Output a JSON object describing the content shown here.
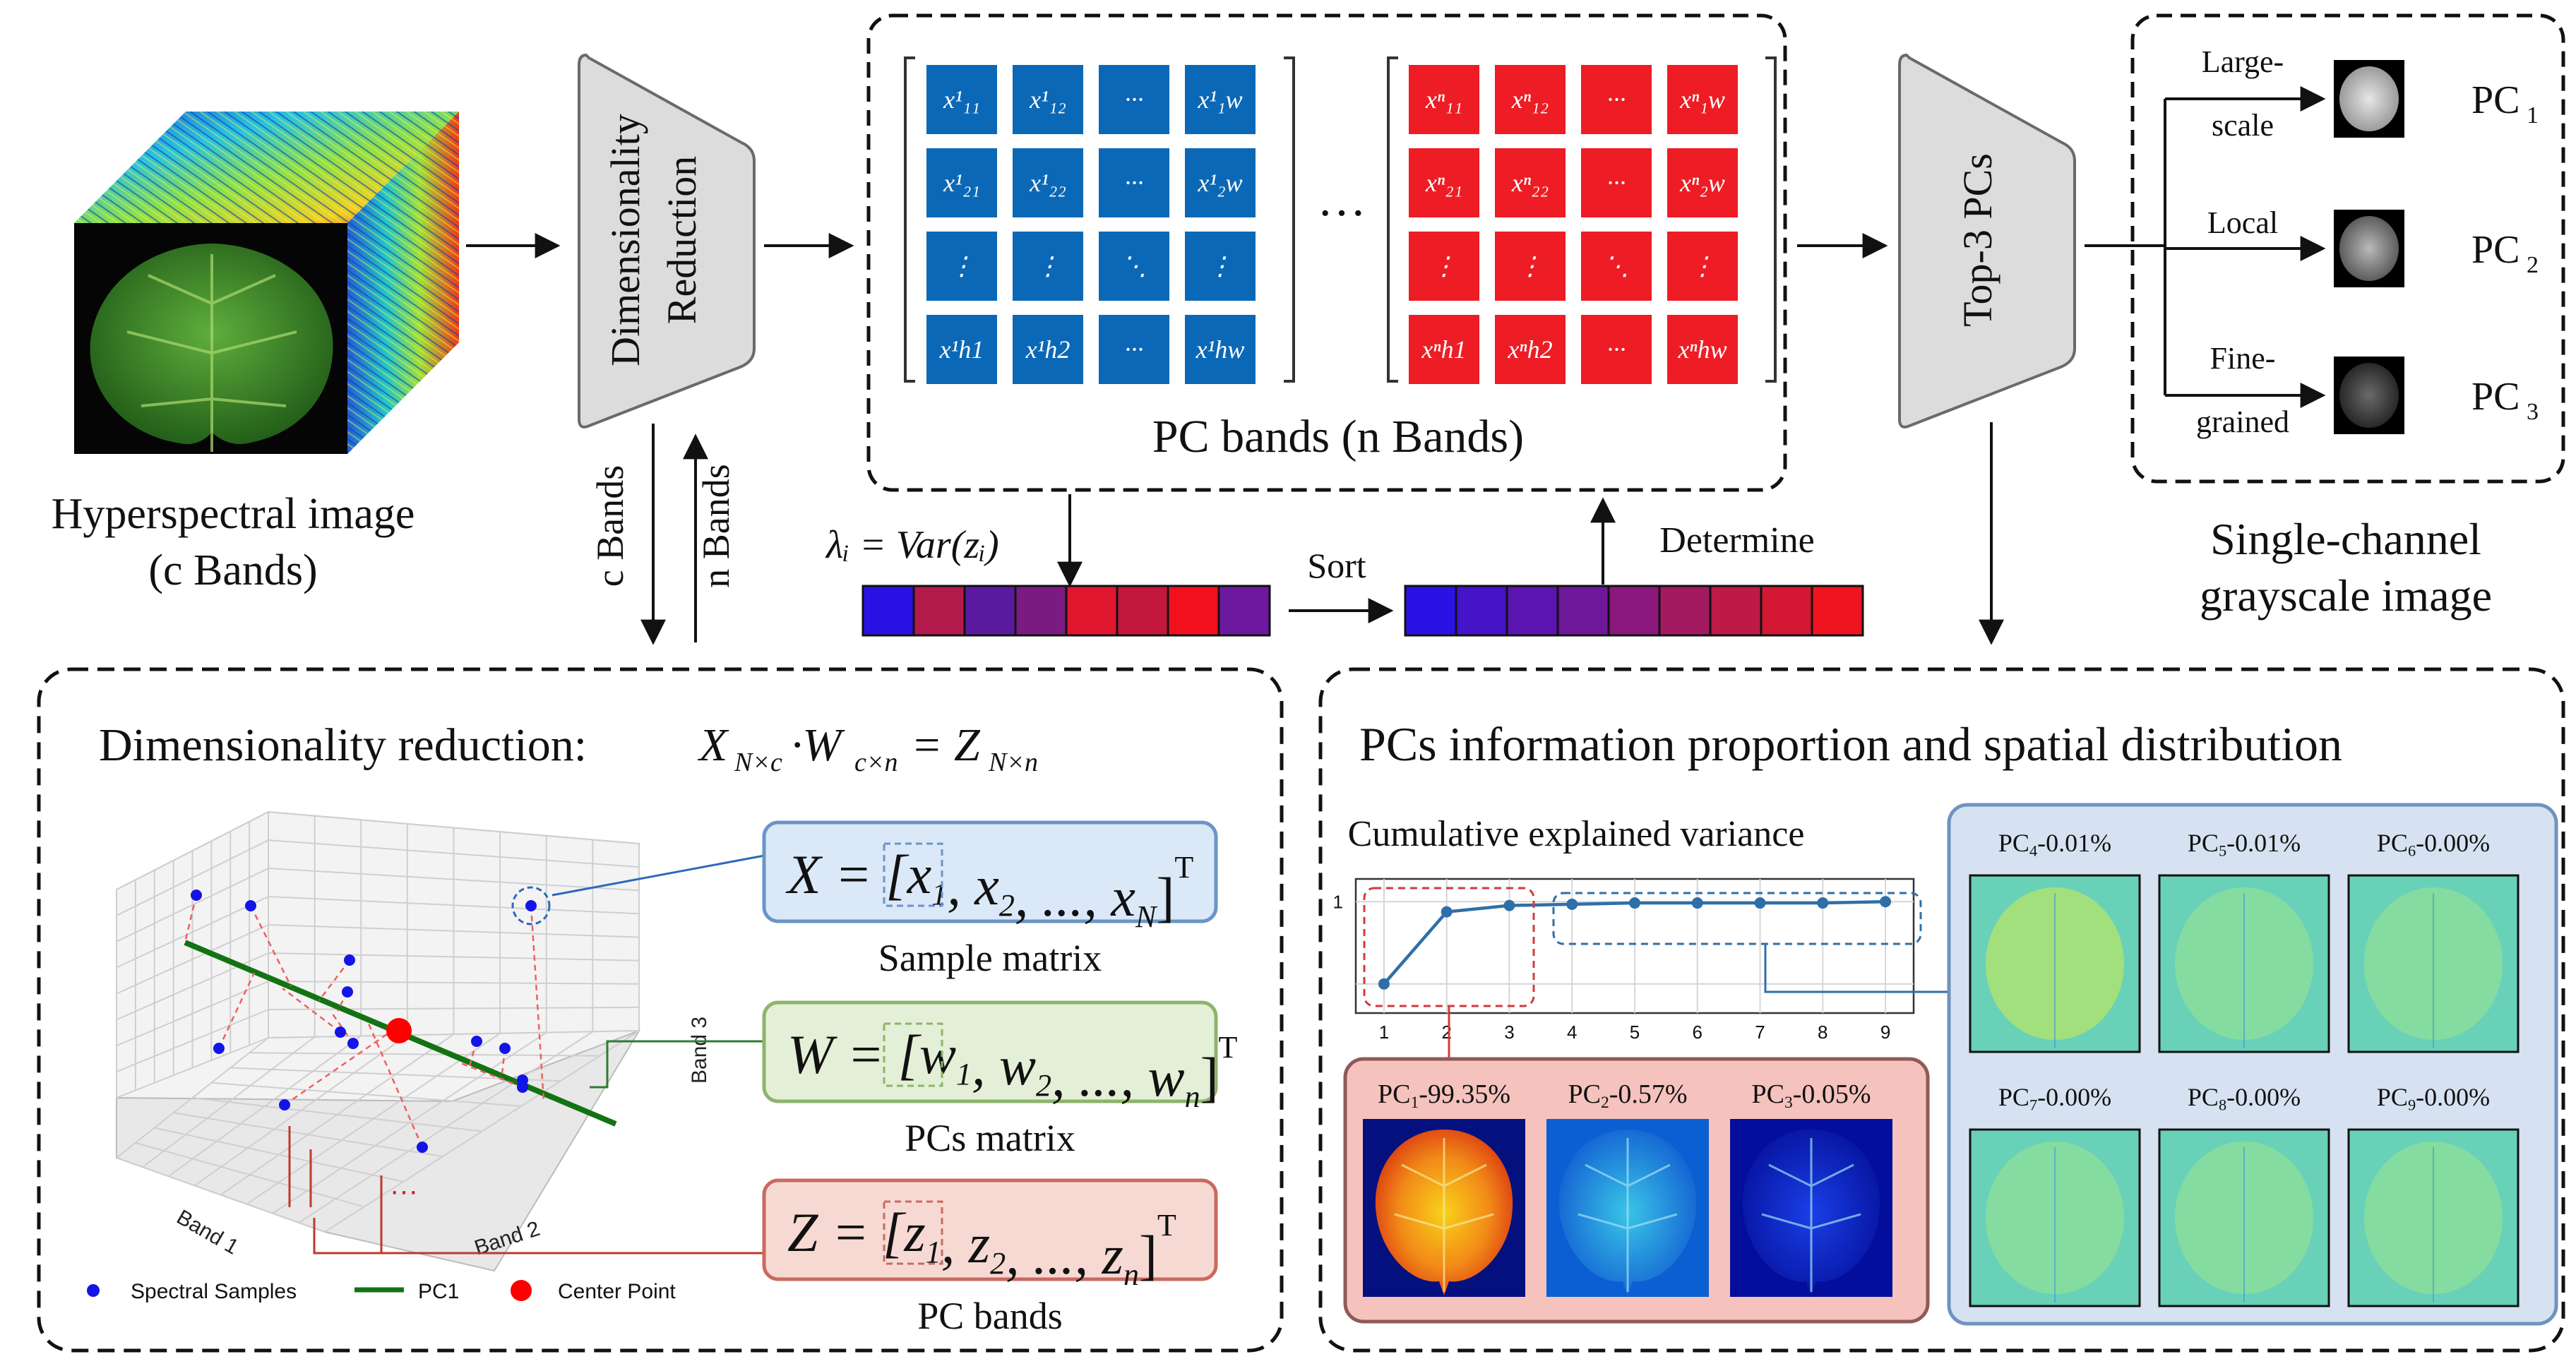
{
  "input": {
    "label_line1": "Hyperspectral image",
    "label_line2": "(c Bands)"
  },
  "reduction_block": {
    "line1": "Dimensionality",
    "line2": "Reduction",
    "down_label": "c Bands",
    "up_label": "n Bands"
  },
  "pc_bands": {
    "caption": "PC bands (n Bands)",
    "ellipsis": "···",
    "colors": {
      "band1": "#0b68b6",
      "bandn": "#ee1c24"
    },
    "band1_cells": [
      [
        "x¹₁₁",
        "x¹₁₂",
        "···",
        "x¹₁w"
      ],
      [
        "x¹₂₁",
        "x¹₂₂",
        "···",
        "x¹₂w"
      ],
      [
        "⋮",
        "⋮",
        "⋱",
        "⋮"
      ],
      [
        "x¹h1",
        "x¹h2",
        "···",
        "x¹hw"
      ]
    ],
    "bandn_cells": [
      [
        "xⁿ₁₁",
        "xⁿ₁₂",
        "···",
        "xⁿ₁w"
      ],
      [
        "xⁿ₂₁",
        "xⁿ₂₂",
        "···",
        "xⁿ₂w"
      ],
      [
        "⋮",
        "⋮",
        "⋱",
        "⋮"
      ],
      [
        "xⁿh1",
        "xⁿh2",
        "···",
        "xⁿhw"
      ]
    ]
  },
  "variance": {
    "formula": "λᵢ = Var(zᵢ)",
    "sort_label": "Sort",
    "determine_label": "Determine",
    "unsorted_colors": [
      "#2a12e4",
      "#b31a4c",
      "#5a1aa0",
      "#7a1b82",
      "#e0162f",
      "#c4173e",
      "#f2101f",
      "#6c19a0"
    ],
    "sorted_colors": [
      "#2a12e4",
      "#4513c8",
      "#5c15b0",
      "#6e1798",
      "#8a187c",
      "#a31960",
      "#bd1a46",
      "#d41732",
      "#ee1420"
    ]
  },
  "top3_block": {
    "label": "Top-3 PCs"
  },
  "single_channel": {
    "caption_line1": "Single-channel",
    "caption_line2": "grayscale image",
    "outputs": [
      {
        "branch_line1": "Large-",
        "branch_line2": "scale",
        "pc": "PC",
        "sub": "1"
      },
      {
        "branch_line1": "Local",
        "branch_line2": "",
        "pc": "PC",
        "sub": "2"
      },
      {
        "branch_line1": "Fine-",
        "branch_line2": "grained",
        "pc": "PC",
        "sub": "3"
      }
    ]
  },
  "dim_reduction_panel": {
    "title": "Dimensionality reduction:",
    "equation": "X N×c · W c×n = Z N×n",
    "axis_band1": "Band 1",
    "axis_band2": "Band 2",
    "axis_band3": "Band 3",
    "dots": "···",
    "legend": [
      {
        "label": "Spectral Samples",
        "color": "#1414e6"
      },
      {
        "label": "PC1",
        "color": "#137313"
      },
      {
        "label": "Center Point",
        "color": "#ff0000"
      }
    ],
    "matrices": [
      {
        "formula": "X = [x1, x2, ..., xN]T",
        "caption": "Sample matrix",
        "fill": "#dbe8f7",
        "stroke": "#6a95c6"
      },
      {
        "formula": "W = [w1, w2, ..., wn]T",
        "caption": "PCs matrix",
        "fill": "#e3efd6",
        "stroke": "#8db46b"
      },
      {
        "formula": "Z = [z1, z2, ..., zn]T",
        "caption": "PC bands",
        "fill": "#f7d9d4",
        "stroke": "#c96a5f"
      }
    ]
  },
  "pcs_panel": {
    "title": "PCs information proportion and spatial distribution",
    "chart_title": "Cumulative explained variance",
    "top_cards": [
      {
        "label": "PC1-99.35%"
      },
      {
        "label": "PC2-0.57%"
      },
      {
        "label": "PC3-0.05%"
      }
    ],
    "side_cards": [
      {
        "label": "PC4-0.01%"
      },
      {
        "label": "PC5-0.01%"
      },
      {
        "label": "PC6-0.00%"
      },
      {
        "label": "PC7-0.00%"
      },
      {
        "label": "PC8-0.00%"
      },
      {
        "label": "PC9-0.00%"
      }
    ]
  },
  "chart_data": {
    "type": "line",
    "title": "Cumulative explained variance",
    "xlabel": "",
    "ylabel": "",
    "x": [
      1,
      2,
      3,
      4,
      5,
      6,
      7,
      8,
      9
    ],
    "series": [
      {
        "values": [
          0.9935,
          0.9992,
          0.9997,
          0.9998,
          0.9999,
          0.9999,
          0.9999,
          0.9999,
          1.0
        ]
      }
    ],
    "x_ticks": [
      "1",
      "2",
      "3",
      "4",
      "5",
      "6",
      "7",
      "8",
      "9"
    ],
    "y_ticks": [
      "1"
    ],
    "grid": true
  }
}
